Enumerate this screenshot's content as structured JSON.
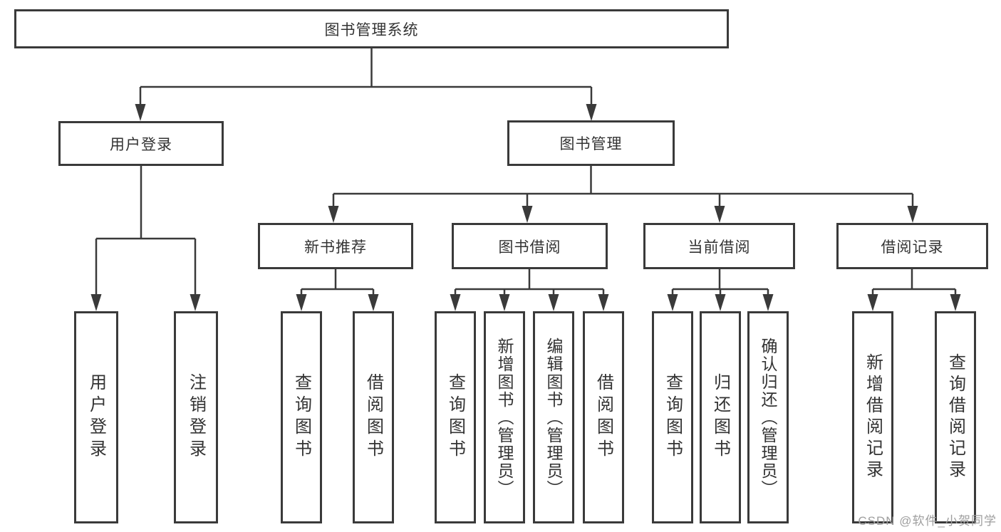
{
  "tree": {
    "label": "图书管理系统",
    "children": [
      {
        "label": "用户登录",
        "children": [
          {
            "label": "用户登录"
          },
          {
            "label": "注销登录"
          }
        ]
      },
      {
        "label": "图书管理",
        "children": [
          {
            "label": "新书推荐",
            "children": [
              {
                "label": "查询图书"
              },
              {
                "label": "借阅图书"
              }
            ]
          },
          {
            "label": "图书借阅",
            "children": [
              {
                "label": "查询图书"
              },
              {
                "label": "新增图书（管理员）"
              },
              {
                "label": "编辑图书（管理员）"
              },
              {
                "label": "借阅图书"
              }
            ]
          },
          {
            "label": "当前借阅",
            "children": [
              {
                "label": "查询图书"
              },
              {
                "label": "归还图书"
              },
              {
                "label": "确认归还（管理员）"
              }
            ]
          },
          {
            "label": "借阅记录",
            "children": [
              {
                "label": "新增借阅记录"
              },
              {
                "label": "查询借阅记录"
              }
            ]
          }
        ]
      }
    ]
  },
  "watermark": "CSDN @软件_小贺同学",
  "colors": {
    "line": "#3a3a3a",
    "box_border": "#3a3a3a",
    "box_background": "#ffffff",
    "text": "#333333",
    "watermark": "#9e9e9e"
  }
}
